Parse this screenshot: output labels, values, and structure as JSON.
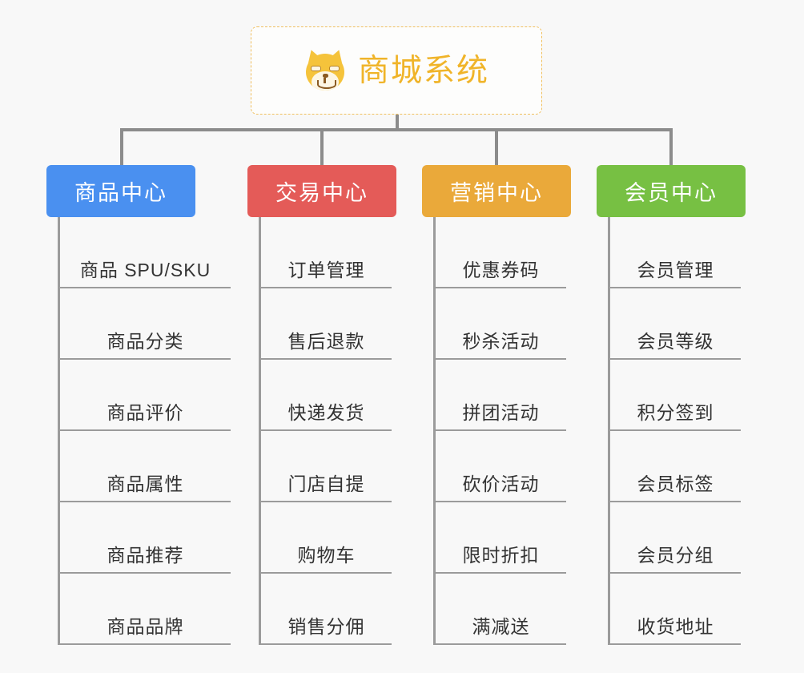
{
  "diagram": {
    "background_color": "#f8f8f8",
    "connector_color": "#8c8c8c",
    "root": {
      "title": "商城系统",
      "icon": "shiba-inu-face-icon",
      "title_color": "#f0b429",
      "border_color": "#f0c060"
    },
    "columns": [
      {
        "label": "商品中心",
        "color": "#4a90f0",
        "items": [
          "商品 SPU/SKU",
          "商品分类",
          "商品评价",
          "商品属性",
          "商品推荐",
          "商品品牌"
        ]
      },
      {
        "label": "交易中心",
        "color": "#e45b58",
        "items": [
          "订单管理",
          "售后退款",
          "快递发货",
          "门店自提",
          "购物车",
          "销售分佣"
        ]
      },
      {
        "label": "营销中心",
        "color": "#eaa93a",
        "items": [
          "优惠券码",
          "秒杀活动",
          "拼团活动",
          "砍价活动",
          "限时折扣",
          "满减送"
        ]
      },
      {
        "label": "会员中心",
        "color": "#77c043",
        "items": [
          "会员管理",
          "会员等级",
          "积分签到",
          "会员标签",
          "会员分组",
          "收货地址"
        ]
      }
    ]
  }
}
